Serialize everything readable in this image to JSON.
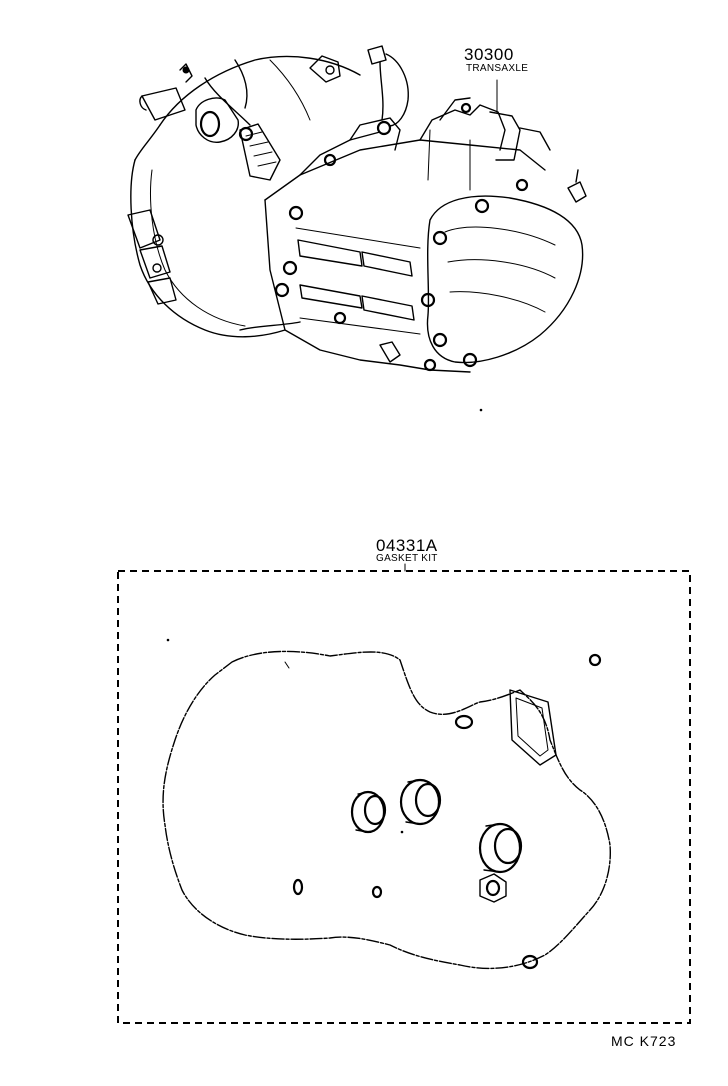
{
  "parts": [
    {
      "number": "30300",
      "name": "TRANSAXLE"
    },
    {
      "number": "04331A",
      "name": "GASKET KIT"
    }
  ],
  "footer": {
    "code": "MC  K723"
  }
}
